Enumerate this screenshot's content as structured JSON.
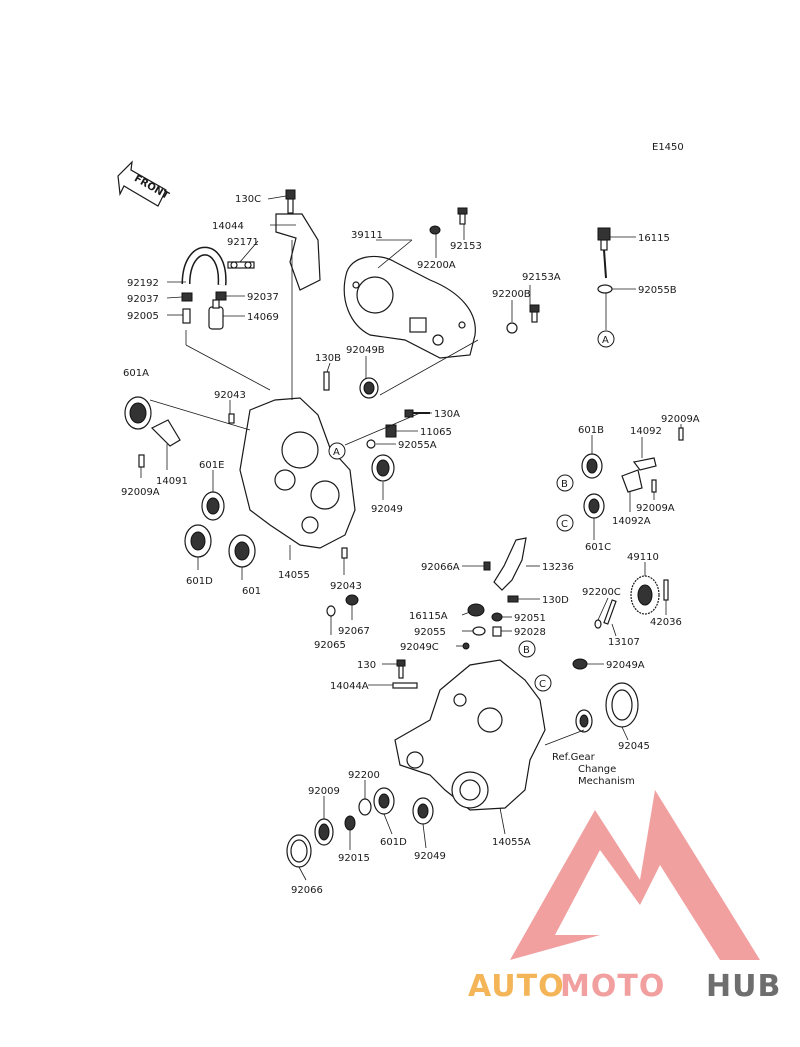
{
  "diagram_code": "E1450",
  "front_label": "FRONT",
  "callouts": [
    "A",
    "B",
    "C"
  ],
  "ref_note": [
    "Ref.Gear",
    "Change",
    "Mechanism"
  ],
  "watermark": {
    "part1": "AUTO",
    "part2": "MOTO",
    "part3": "HUB",
    "color_orange": "#f2a93b",
    "color_red": "#ef8f8f",
    "color_grey": "#555555"
  },
  "part_labels": {
    "p130C": "130C",
    "p14044": "14044",
    "p92171": "92171",
    "p92192": "92192",
    "p92037a": "92037",
    "p92037b": "92037",
    "p92005": "92005",
    "p14069": "14069",
    "p39111": "39111",
    "p92153": "92153",
    "p92200A": "92200A",
    "p92153A": "92153A",
    "p92200B": "92200B",
    "p16115": "16115",
    "p92055B": "92055B",
    "p130B": "130B",
    "p92049B": "92049B",
    "p601A": "601A",
    "p92043a": "92043",
    "p130A": "130A",
    "p11065": "11065",
    "p92055A": "92055A",
    "p601E": "601E",
    "p14091": "14091",
    "p92009Aa": "92009A",
    "p92049a": "92049",
    "p601B": "601B",
    "p14092": "14092",
    "p92009Ab": "92009A",
    "p92009Ac": "92009A",
    "p14092A": "14092A",
    "p601C": "601C",
    "p601Da": "601D",
    "p601": "601",
    "p14055": "14055",
    "p92043b": "92043",
    "p92065": "92065",
    "p92067": "92067",
    "p92066A": "92066A",
    "p13236": "13236",
    "p49110": "49110",
    "p130D": "130D",
    "p92200C": "92200C",
    "p42036": "42036",
    "p16115A": "16115A",
    "p92051": "92051",
    "p13107": "13107",
    "p92055": "92055",
    "p92028": "92028",
    "p92049C": "92049C",
    "p130": "130",
    "p92049A": "92049A",
    "p14044A": "14044A",
    "p92045": "92045",
    "p92200": "92200",
    "p92009": "92009",
    "p601Db": "601D",
    "p92049b": "92049",
    "p14055A": "14055A",
    "p92015": "92015",
    "p92066": "92066"
  }
}
